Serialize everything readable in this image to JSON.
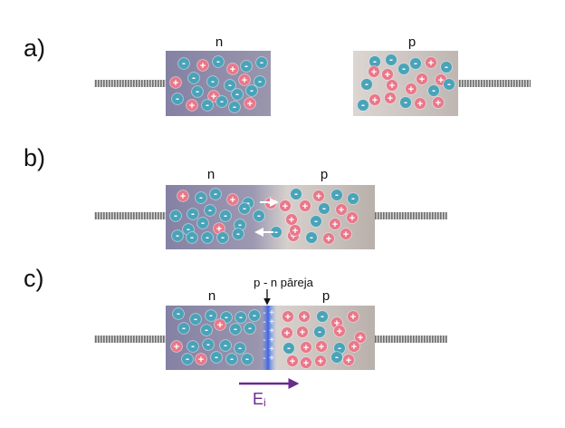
{
  "panels": {
    "a": {
      "label": "a)",
      "n_label": "n",
      "p_label": "p"
    },
    "b": {
      "label": "b)",
      "n_label": "n",
      "p_label": "p"
    },
    "c": {
      "label": "c)",
      "n_label": "n",
      "p_label": "p",
      "junction_label": "p - n pāreja",
      "field_label": "E",
      "field_subscript": "i"
    }
  },
  "symbols": {
    "plus": "+",
    "minus": "-"
  },
  "colors": {
    "n_region": "#8e8aa8",
    "p_region": "#cfc8c4",
    "electron": "#4aa3b8",
    "hole": "#e8788a",
    "wire": "#7a7a7a",
    "field_arrow": "#6a2a8e",
    "junction_line": "#3a6ad8"
  }
}
